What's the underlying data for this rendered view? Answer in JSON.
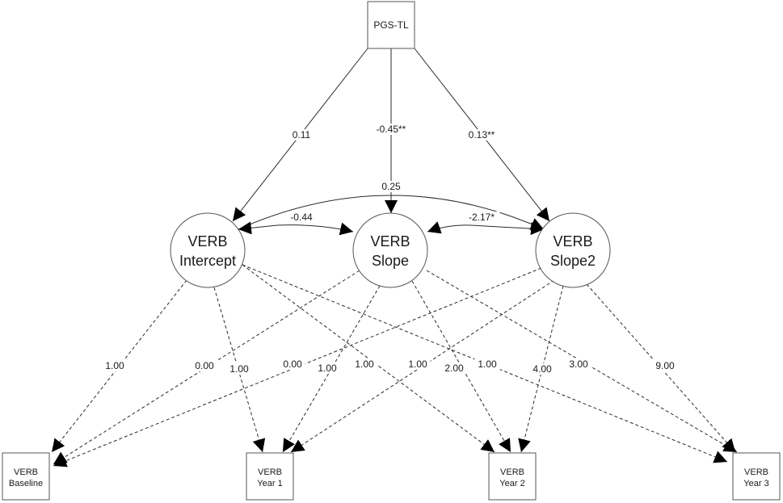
{
  "nodes": {
    "pgs": {
      "lines": [
        "PGS-TL"
      ]
    },
    "intercept": {
      "lines": [
        "VERB",
        "Intercept"
      ]
    },
    "slope": {
      "lines": [
        "VERB",
        "Slope"
      ]
    },
    "slope2": {
      "lines": [
        "VERB",
        "Slope2"
      ]
    },
    "baseline": {
      "lines": [
        "VERB",
        "Baseline"
      ]
    },
    "year1": {
      "lines": [
        "VERB",
        "Year 1"
      ]
    },
    "year2": {
      "lines": [
        "VERB",
        "Year 2"
      ]
    },
    "year3": {
      "lines": [
        "VERB",
        "Year 3"
      ]
    }
  },
  "paths": [
    {
      "from": "pgs",
      "to": "intercept",
      "label": "0.11"
    },
    {
      "from": "pgs",
      "to": "slope",
      "label": "-0.45**"
    },
    {
      "from": "pgs",
      "to": "slope2",
      "label": "0.13**"
    }
  ],
  "covariances": [
    {
      "between": [
        "intercept",
        "slope2"
      ],
      "label": "0.25"
    },
    {
      "between": [
        "intercept",
        "slope"
      ],
      "label": "-0.44"
    },
    {
      "between": [
        "slope",
        "slope2"
      ],
      "label": "-2.17*"
    }
  ],
  "loadings": [
    {
      "from": "intercept",
      "to": "baseline",
      "label": "1.00"
    },
    {
      "from": "intercept",
      "to": "year1",
      "label": "1.00"
    },
    {
      "from": "intercept",
      "to": "year2",
      "label": "1.00"
    },
    {
      "from": "intercept",
      "to": "year3",
      "label": "1.00"
    },
    {
      "from": "slope",
      "to": "baseline",
      "label": "0.00"
    },
    {
      "from": "slope",
      "to": "year1",
      "label": "1.00"
    },
    {
      "from": "slope",
      "to": "year2",
      "label": "2.00"
    },
    {
      "from": "slope",
      "to": "year3",
      "label": "3.00"
    },
    {
      "from": "slope2",
      "to": "baseline",
      "label": "0.00"
    },
    {
      "from": "slope2",
      "to": "year1",
      "label": "1.00"
    },
    {
      "from": "slope2",
      "to": "year2",
      "label": "4.00"
    },
    {
      "from": "slope2",
      "to": "year3",
      "label": "9.00"
    }
  ]
}
